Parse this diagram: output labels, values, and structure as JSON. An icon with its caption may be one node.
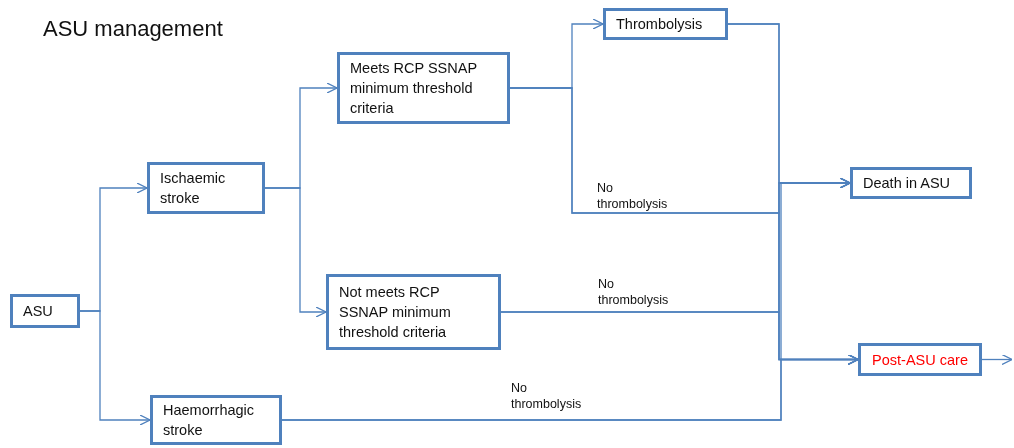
{
  "diagram": {
    "title": "ASU management",
    "nodes": [
      {
        "text": [
          "ASU"
        ]
      },
      {
        "text": [
          "Ischaemic stroke"
        ]
      },
      {
        "text": [
          "Meets RCP SSNAP minimum threshold criteria"
        ]
      },
      {
        "text": [
          "Thrombolysis"
        ]
      },
      {
        "text": [
          "Not meets RCP SSNAP minimum threshold criteria"
        ]
      },
      {
        "text": [
          "Haemorrhagic stroke"
        ]
      },
      {
        "text": [
          "Death in ASU"
        ]
      },
      {
        "text": [
          "Post-ASU care"
        ]
      }
    ],
    "edges": [
      {
        "from": 0,
        "to": 1,
        "arrow": "to"
      },
      {
        "from": 0,
        "to": 5,
        "arrow": "to"
      },
      {
        "from": 1,
        "to": 2,
        "arrow": "to"
      },
      {
        "from": 1,
        "to": 4,
        "arrow": "to"
      },
      {
        "from": 2,
        "to": 3,
        "arrow": "to"
      },
      {
        "from": 3,
        "to": 6,
        "arrow": "to"
      },
      {
        "from": 3,
        "to": 7,
        "arrow": "to"
      },
      {
        "from": 2,
        "to": 6,
        "arrow": "to",
        "label": "No thrombolysis"
      },
      {
        "from": 2,
        "to": 7,
        "arrow": "to"
      },
      {
        "from": 4,
        "to": 6,
        "arrow": "to",
        "label": "No thrombolysis"
      },
      {
        "from": 4,
        "to": 7,
        "arrow": "to"
      },
      {
        "from": 5,
        "to": 6,
        "arrow": "to",
        "label": "No thrombolysis"
      },
      {
        "from": 5,
        "to": 7,
        "arrow": "to"
      },
      {
        "from": 7,
        "to": null,
        "arrow": "to"
      }
    ]
  }
}
